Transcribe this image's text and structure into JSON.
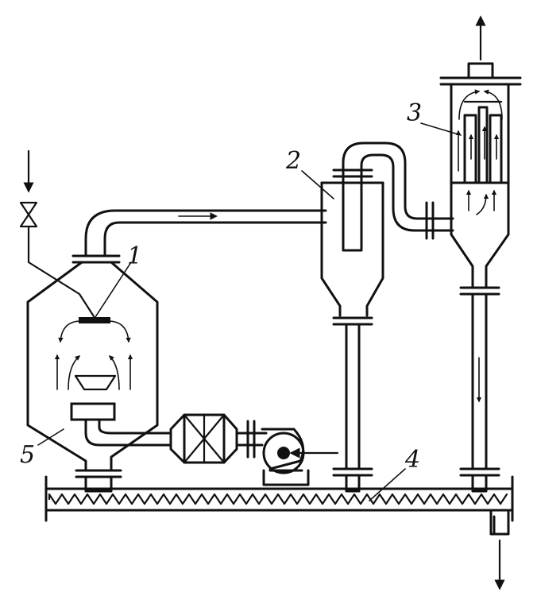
{
  "labels": {
    "dryer_chamber": "1",
    "cyclone": "2",
    "bag_filter": "3",
    "screw_conveyor": "4",
    "hopper": "5"
  }
}
